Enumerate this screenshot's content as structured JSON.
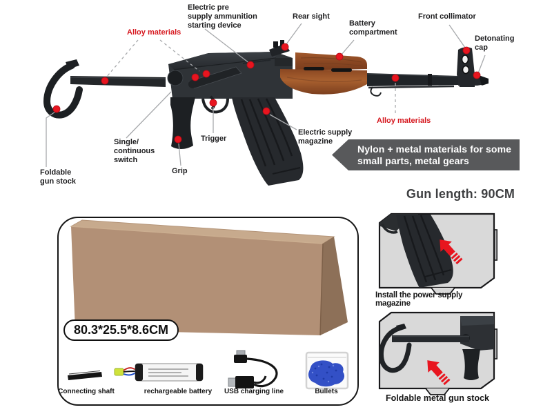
{
  "colors": {
    "accent_red": "#e8151f",
    "label_red": "#d6181f",
    "banner_bg": "#58595b",
    "panel_bg": "#d9d9d9",
    "leader_gray": "#a7a9ac",
    "text_dark": "#1d1d1f",
    "cardboard": "#b29076",
    "bullets_blue": "#3350c6"
  },
  "callouts": {
    "electric_pre_supply": "Electric pre\nsupply ammunition\nstarting device",
    "rear_sight": "Rear sight",
    "battery_compartment": "Battery\ncompartment",
    "front_collimator": "Front collimator",
    "detonating_cap": "Detonating\ncap",
    "alloy_materials_top": "Alloy materials",
    "alloy_materials_mid": "Alloy materials",
    "single_continuous_switch": "Single/\ncontinuous\nswitch",
    "trigger": "Trigger",
    "grip": "Grip",
    "electric_supply_magazine": "Electric supply\nmagazine",
    "foldable_gun_stock": "Foldable\ngun stock"
  },
  "banner": {
    "text": "Nylon + metal materials for some\nsmall parts, metal gears"
  },
  "specs": {
    "gun_length": "Gun length: 90CM",
    "box_size": "80.3*25.5*8.6CM"
  },
  "detail_panels": [
    {
      "caption": "Install the power supply magazine"
    },
    {
      "caption": "Foldable metal gun stock"
    }
  ],
  "package": {
    "accessories": [
      {
        "name": "Connecting shaft"
      },
      {
        "name": "rechargeable battery"
      },
      {
        "name": "USB charging line"
      },
      {
        "name": "Bullets"
      }
    ]
  }
}
